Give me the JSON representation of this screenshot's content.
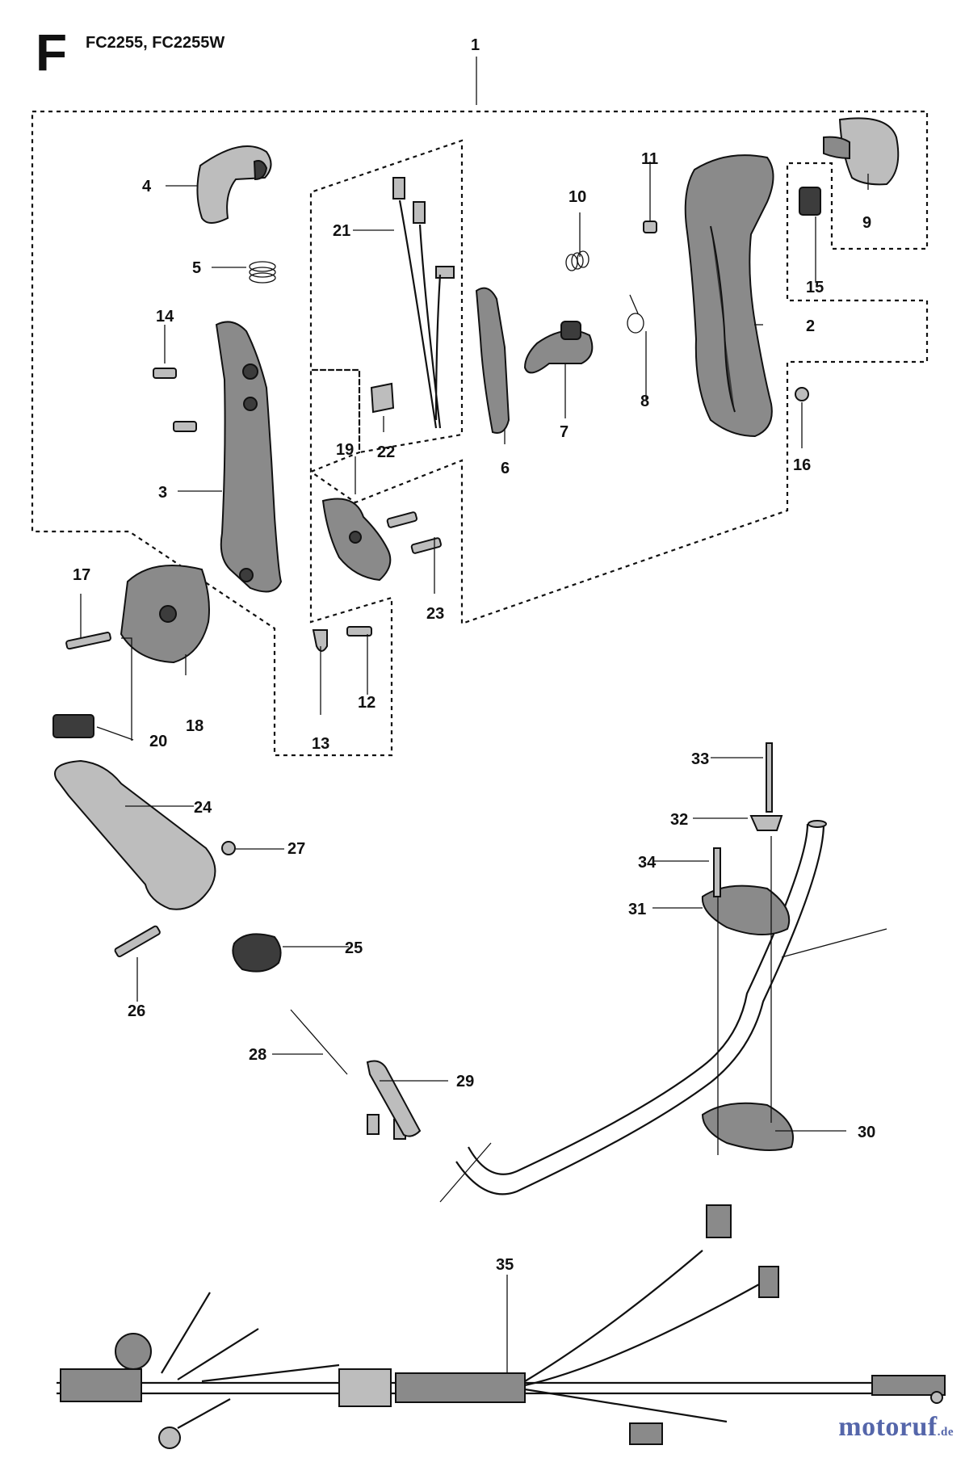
{
  "header": {
    "section_letter": "F",
    "models": "FC2255, FC2255W"
  },
  "callouts": [
    "1",
    "2",
    "3",
    "4",
    "5",
    "6",
    "7",
    "8",
    "9",
    "10",
    "11",
    "12",
    "13",
    "14",
    "15",
    "16",
    "17",
    "18",
    "19",
    "20",
    "21",
    "22",
    "23",
    "24",
    "25",
    "26",
    "27",
    "28",
    "29",
    "30",
    "31",
    "32",
    "33",
    "34",
    "35"
  ],
  "watermark": {
    "name": "motoruf",
    "tld": ".de",
    "colors": {
      "primary": "#5566aa",
      "accent": "#e06a1a"
    }
  }
}
